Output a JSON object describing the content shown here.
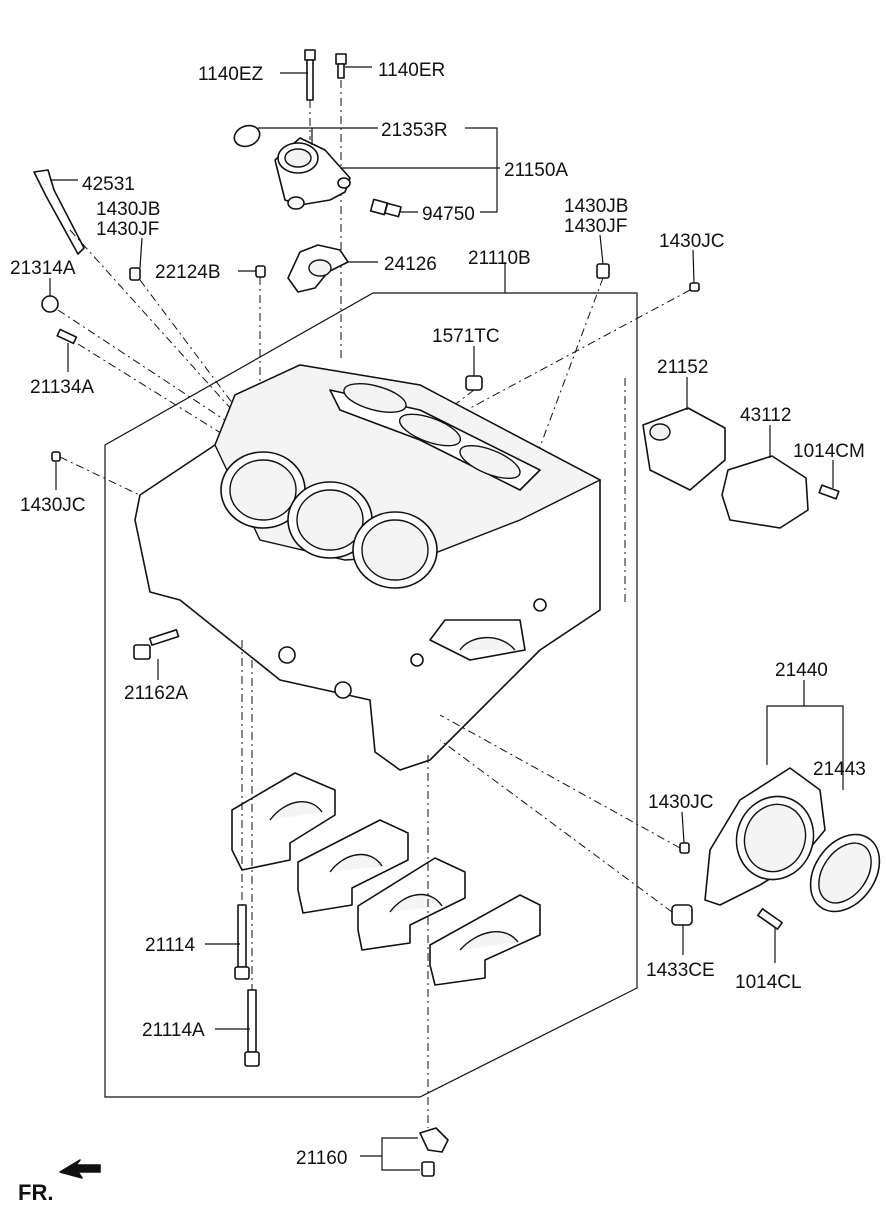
{
  "direction_label": "FR.",
  "labels": {
    "p1140EZ": "1140EZ",
    "p1140ER": "1140ER",
    "p21353R": "21353R",
    "p21150A": "21150A",
    "p94750": "94750",
    "p42531": "42531",
    "p1430JB_a": "1430JB",
    "p1430JF_a": "1430JF",
    "p1430JB_b": "1430JB",
    "p1430JF_b": "1430JF",
    "p1430JC_a": "1430JC",
    "p21314A": "21314A",
    "p22124B": "22124B",
    "p24126": "24126",
    "p21110B": "21110B",
    "p1571TC": "1571TC",
    "p21134A": "21134A",
    "p21152": "21152",
    "p43112": "43112",
    "p1014CM": "1014CM",
    "p1430JC_b": "1430JC",
    "p21162A": "21162A",
    "p21440": "21440",
    "p21443": "21443",
    "p1430JC_c": "1430JC",
    "p21114": "21114",
    "p21114A": "21114A",
    "p1433CE": "1433CE",
    "p1014CL": "1014CL",
    "p21160": "21160"
  }
}
